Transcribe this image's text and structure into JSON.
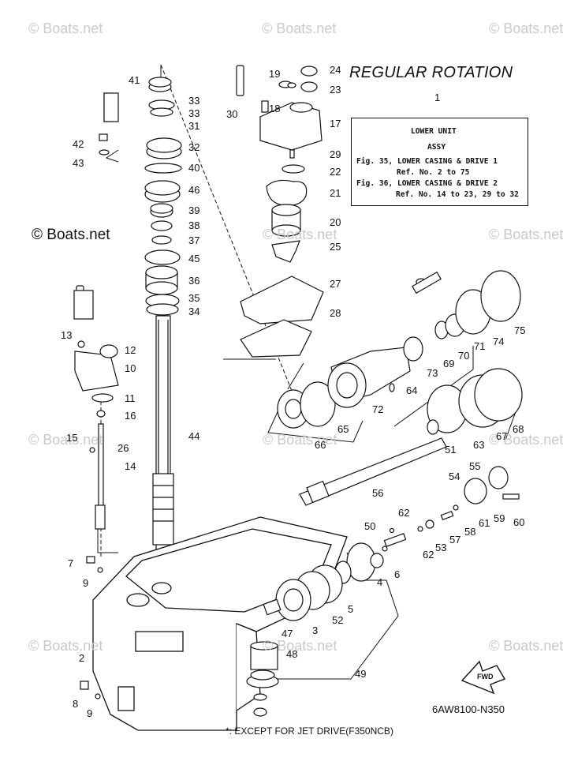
{
  "title": "REGULAR ROTATION",
  "ref_callout": "1",
  "info_box": {
    "line1": "LOWER UNIT",
    "line2": "ASSY",
    "line3": "Fig. 35, LOWER CASING & DRIVE 1",
    "line4": "Ref. No. 2 to 75",
    "line5": "Fig. 36, LOWER CASING & DRIVE 2",
    "line6": "Ref. No. 14 to 23, 29 to 32"
  },
  "diagram_code": "6AW8100-N350",
  "footnote": "*: EXCEPT FOR JET DRIVE(F350NCB)",
  "fwd_label": "FWD",
  "watermarks": {
    "light": "© Boats.net",
    "dark": "© Boats.net"
  },
  "callouts": [
    "41",
    "33",
    "33",
    "31",
    "32",
    "40",
    "42",
    "43",
    "46",
    "39",
    "38",
    "37",
    "45",
    "36",
    "35",
    "34",
    "13",
    "12",
    "10",
    "11",
    "16",
    "15",
    "14",
    "26",
    "44",
    "7",
    "9",
    "2",
    "8",
    "9",
    "19",
    "24",
    "23",
    "30",
    "18",
    "17",
    "29",
    "22",
    "21",
    "20",
    "25",
    "27",
    "28",
    "75",
    "74",
    "71",
    "70",
    "69",
    "73",
    "64",
    "72",
    "65",
    "66",
    "68",
    "67",
    "63",
    "51",
    "56",
    "55",
    "54",
    "60",
    "59",
    "61",
    "58",
    "57",
    "53",
    "62",
    "62",
    "50",
    "6",
    "4",
    "5",
    "52",
    "3",
    "47",
    "48",
    "49"
  ]
}
